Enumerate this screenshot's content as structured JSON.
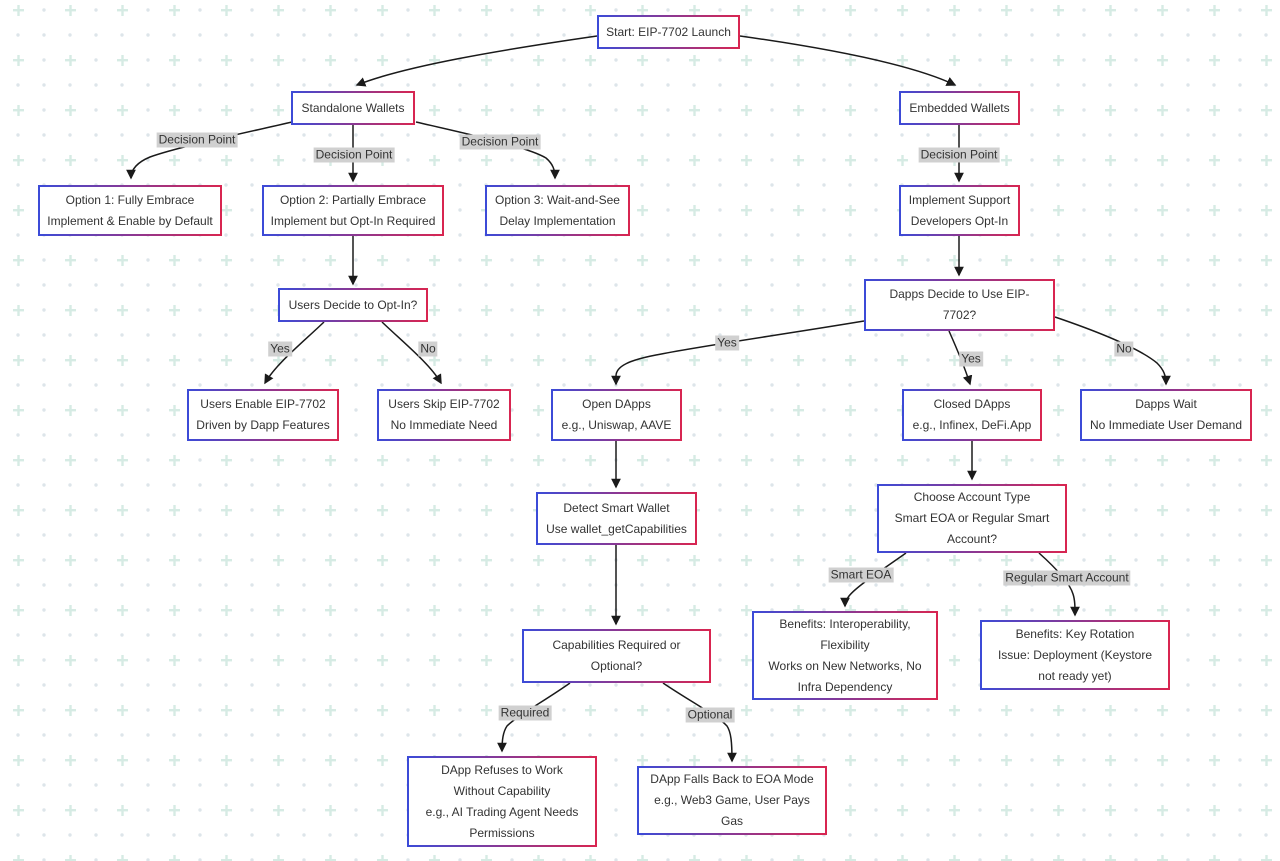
{
  "diagram": {
    "type": "flowchart",
    "topic": "EIP-7702 Launch decision tree"
  },
  "theme": {
    "border_gradient_start": "#3b4bd8",
    "border_gradient_end": "#d92550",
    "node_background": "#ffffff",
    "text_color": "#333333",
    "edge_color": "#1a1a1a",
    "edge_label_background": "#d0d0d0",
    "background_plus_color": "#d6ebe4",
    "background_dot_color": "#dde5ea"
  },
  "nodes": {
    "start": "Start: EIP-7702 Launch",
    "standalone": "Standalone Wallets",
    "embedded": "Embedded Wallets",
    "option1": "Option 1: Fully Embrace\nImplement & Enable by Default",
    "option2": "Option 2: Partially Embrace\nImplement but Opt-In Required",
    "option3": "Option 3: Wait-and-See\nDelay Implementation",
    "implement_support": "Implement Support\nDevelopers Opt-In",
    "users_decide": "Users Decide to Opt-In?",
    "dapps_decide": "Dapps Decide to Use EIP-\n7702?",
    "users_enable": "Users Enable EIP-7702\nDriven by Dapp Features",
    "users_skip": "Users Skip EIP-7702\nNo Immediate Need",
    "open_dapps": "Open DApps\ne.g., Uniswap, AAVE",
    "closed_dapps": "Closed DApps\ne.g., Infinex, DeFi.App",
    "dapps_wait": "Dapps Wait\nNo Immediate User Demand",
    "detect_smart_wallet": "Detect Smart Wallet\nUse wallet_getCapabilities",
    "choose_account": "Choose Account Type\nSmart EOA or Regular Smart\nAccount?",
    "benefits_smart_eoa": "Benefits: Interoperability,\nFlexibility\nWorks on New Networks, No\nInfra Dependency",
    "benefits_regular": "Benefits: Key Rotation\nIssue: Deployment (Keystore\nnot ready yet)",
    "capabilities": "Capabilities Required or\nOptional?",
    "dapp_refuses": "DApp Refuses to Work\nWithout Capability\ne.g., AI Trading Agent Needs\nPermissions",
    "dapp_falls_back": "DApp Falls Back to EOA Mode\ne.g., Web3 Game, User Pays\nGas"
  },
  "edge_labels": {
    "decision_point_1": "Decision Point",
    "decision_point_2": "Decision Point",
    "decision_point_3": "Decision Point",
    "decision_point_4": "Decision Point",
    "yes_users": "Yes",
    "no_users": "No",
    "yes_open": "Yes",
    "yes_closed": "Yes",
    "no_wait": "No",
    "smart_eoa": "Smart EOA",
    "regular_smart_account": "Regular Smart Account",
    "required": "Required",
    "optional": "Optional"
  },
  "edges": [
    {
      "from": "start",
      "to": "standalone",
      "label": ""
    },
    {
      "from": "start",
      "to": "embedded",
      "label": ""
    },
    {
      "from": "standalone",
      "to": "option1",
      "label": "Decision Point"
    },
    {
      "from": "standalone",
      "to": "option2",
      "label": "Decision Point"
    },
    {
      "from": "standalone",
      "to": "option3",
      "label": "Decision Point"
    },
    {
      "from": "embedded",
      "to": "implement_support",
      "label": "Decision Point"
    },
    {
      "from": "option2",
      "to": "users_decide",
      "label": ""
    },
    {
      "from": "users_decide",
      "to": "users_enable",
      "label": "Yes"
    },
    {
      "from": "users_decide",
      "to": "users_skip",
      "label": "No"
    },
    {
      "from": "implement_support",
      "to": "dapps_decide",
      "label": ""
    },
    {
      "from": "dapps_decide",
      "to": "open_dapps",
      "label": "Yes"
    },
    {
      "from": "dapps_decide",
      "to": "closed_dapps",
      "label": "Yes"
    },
    {
      "from": "dapps_decide",
      "to": "dapps_wait",
      "label": "No"
    },
    {
      "from": "open_dapps",
      "to": "detect_smart_wallet",
      "label": ""
    },
    {
      "from": "detect_smart_wallet",
      "to": "capabilities",
      "label": ""
    },
    {
      "from": "closed_dapps",
      "to": "choose_account",
      "label": ""
    },
    {
      "from": "choose_account",
      "to": "benefits_smart_eoa",
      "label": "Smart EOA"
    },
    {
      "from": "choose_account",
      "to": "benefits_regular",
      "label": "Regular Smart Account"
    },
    {
      "from": "capabilities",
      "to": "dapp_refuses",
      "label": "Required"
    },
    {
      "from": "capabilities",
      "to": "dapp_falls_back",
      "label": "Optional"
    }
  ]
}
